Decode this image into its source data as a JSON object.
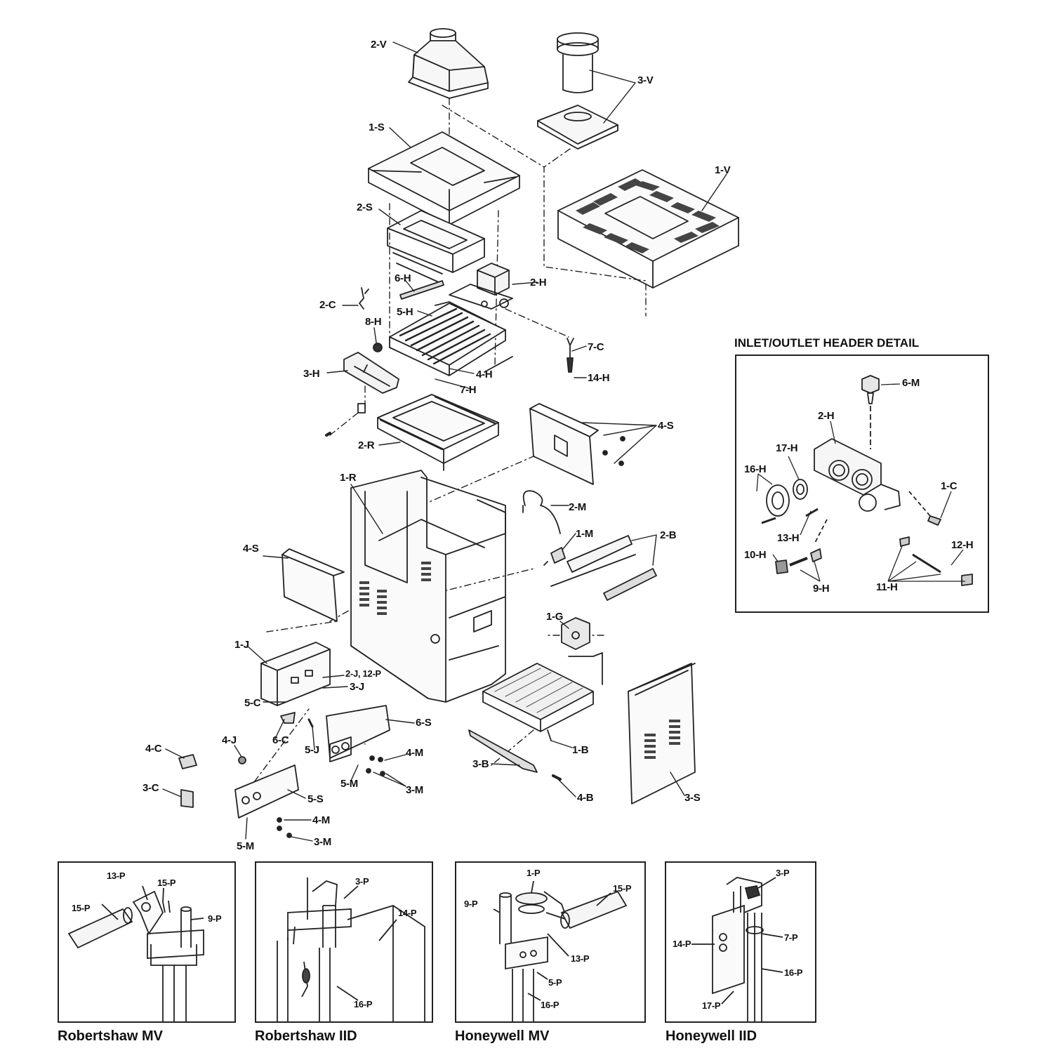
{
  "detail_header": "INLET/OUTLET HEADER DETAIL",
  "main_labels": {
    "v2": "2-V",
    "v3": "3-V",
    "v1": "1-V",
    "s1": "1-S",
    "s2": "2-S",
    "h2": "2-H",
    "h6": "6-H",
    "c2": "2-C",
    "h5": "5-H",
    "h8": "8-H",
    "c7": "7-C",
    "h14": "14-H",
    "h3": "3-H",
    "h4": "4-H",
    "h7": "7-H",
    "s4a": "4-S",
    "r2": "2-R",
    "r1": "1-R",
    "m2": "2-M",
    "m1": "1-M",
    "b2": "2-B",
    "s4b": "4-S",
    "g1": "1-G",
    "j1": "1-J",
    "j2p12": "2-J, 12-P",
    "j3": "3-J",
    "c5": "5-C",
    "s6": "6-S",
    "c6": "6-C",
    "j5": "5-J",
    "j4": "4-J",
    "c4": "4-C",
    "m4a": "4-M",
    "b3": "3-B",
    "b1": "1-B",
    "m5a": "5-M",
    "m3a": "3-M",
    "c3": "3-C",
    "s5": "5-S",
    "b4": "4-B",
    "s3": "3-S",
    "m4b": "4-M",
    "m5b": "5-M",
    "m3b": "3-M"
  },
  "detail_labels": {
    "m6": "6-M",
    "h2": "2-H",
    "h17": "17-H",
    "h16": "16-H",
    "c1": "1-C",
    "h13": "13-H",
    "h12": "12-H",
    "h10": "10-H",
    "h9": "9-H",
    "h11": "11-H"
  },
  "insets": [
    {
      "caption": "Robertshaw MV",
      "labels": [
        "13-P",
        "15-P",
        "15-P",
        "9-P"
      ]
    },
    {
      "caption": "Robertshaw IID",
      "labels": [
        "3-P",
        "14-P",
        "16-P"
      ]
    },
    {
      "caption": "Honeywell MV",
      "labels": [
        "1-P",
        "9-P",
        "15-P",
        "13-P",
        "5-P",
        "16-P"
      ]
    },
    {
      "caption": "Honeywell IID",
      "labels": [
        "3-P",
        "14-P",
        "7-P",
        "16-P",
        "17-P"
      ]
    }
  ]
}
